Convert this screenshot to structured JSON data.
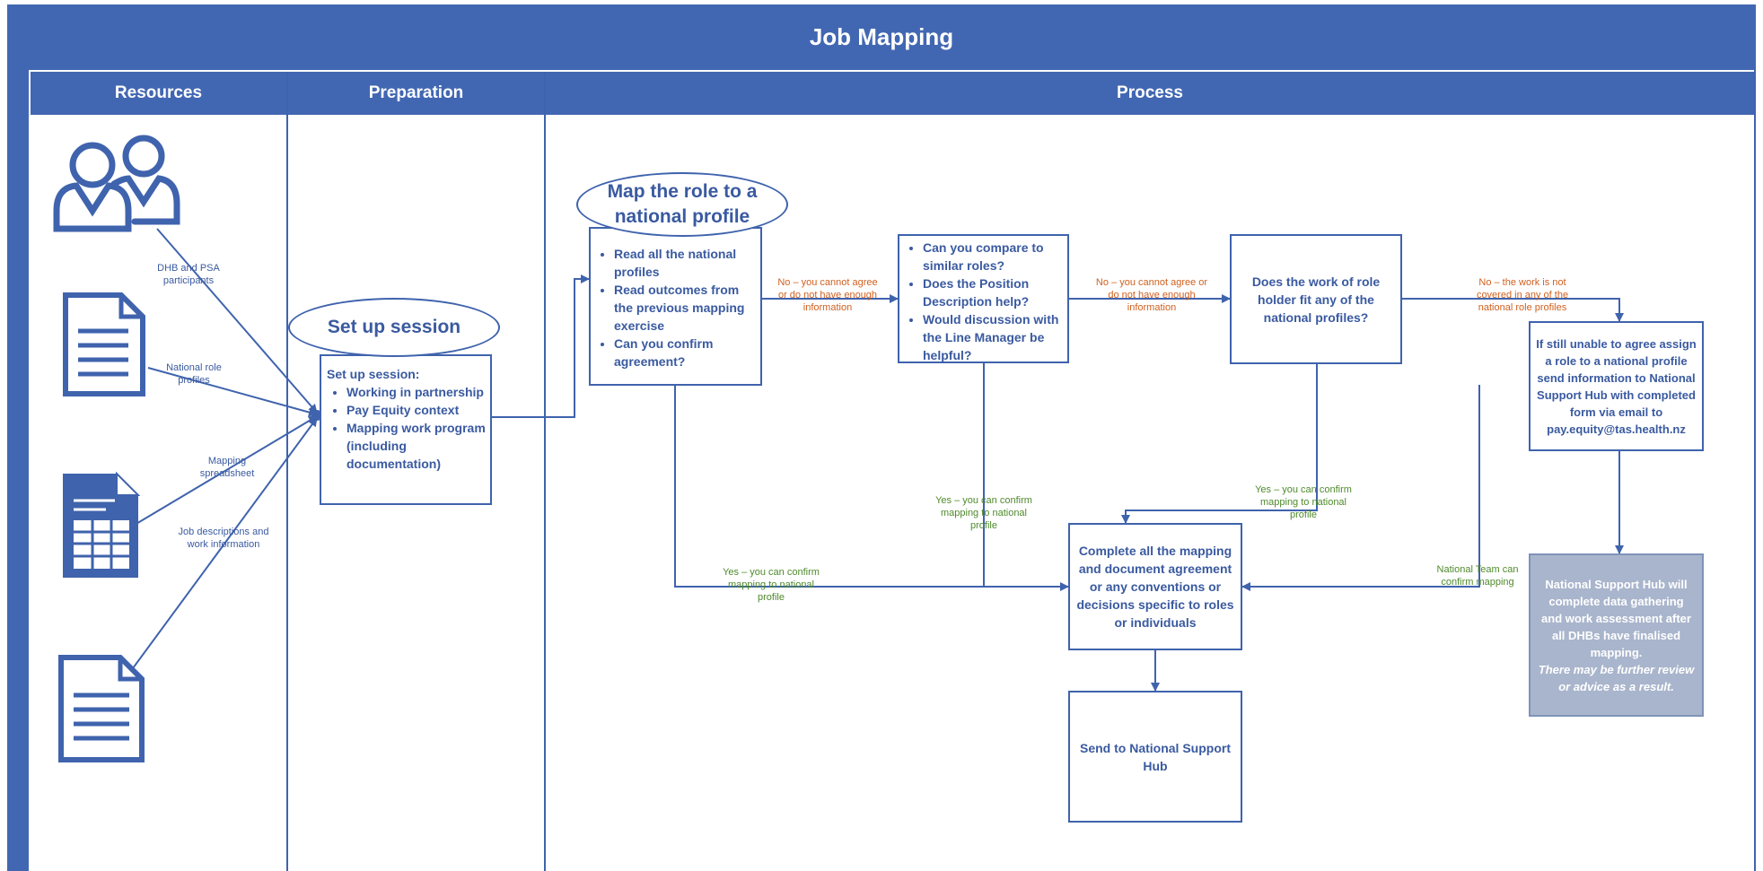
{
  "title": "Job Mapping",
  "lanes": {
    "resources": "Resources",
    "preparation": "Preparation",
    "process": "Process"
  },
  "resource_labels": {
    "participants": "DHB and PSA participants",
    "profiles": "National role profiles",
    "spreadsheet": "Mapping spreadsheet",
    "job_descriptions": "Job descriptions and work information"
  },
  "setup": {
    "title": "Set up session",
    "intro": "Set up session:",
    "items": [
      "Working in partnership",
      "Pay Equity context",
      "Mapping work program (including documentation)"
    ]
  },
  "map_role": {
    "title": "Map the role to a national profile",
    "items": [
      "Read all the national profiles",
      "Read outcomes from the previous mapping exercise",
      "Can you confirm agreement?"
    ]
  },
  "compare": {
    "items": [
      "Can you compare to similar roles?",
      "Does the Position Description help?",
      "Would discussion with the Line Manager be helpful?"
    ]
  },
  "fit_question": "Does the work of role holder fit any of the national profiles?",
  "unable_box": "If still unable to agree assign a role to a national profile send information to National Support Hub with completed form via email to pay.equity@tas.health.nz",
  "complete_box": "Complete all the mapping and document agreement or any conventions or decisions specific to roles or individuals",
  "send_box": "Send to National Support Hub",
  "hub_box": {
    "text": "National Support Hub will complete data gathering and work assessment after all DHBs have finalised mapping.",
    "italic": "There may be further review or advice as a result."
  },
  "edge_labels": {
    "no1": "No – you cannot agree or do not have enough information",
    "no2": "No – you cannot agree or do not have enough information",
    "no3": "No – the work is not covered in any of the national role profiles",
    "yes1": "Yes – you can confirm mapping to national profile",
    "yes2": "Yes – you can confirm mapping to national profile",
    "yes3": "Yes – you can confirm mapping to national profile",
    "team": "National Team can confirm mapping"
  },
  "colors": {
    "header": "#4267b2",
    "line": "#3f63ad",
    "no_label": "#d0601f",
    "yes_label": "#4f8a2c",
    "hub_fill": "#a9b5cc"
  }
}
